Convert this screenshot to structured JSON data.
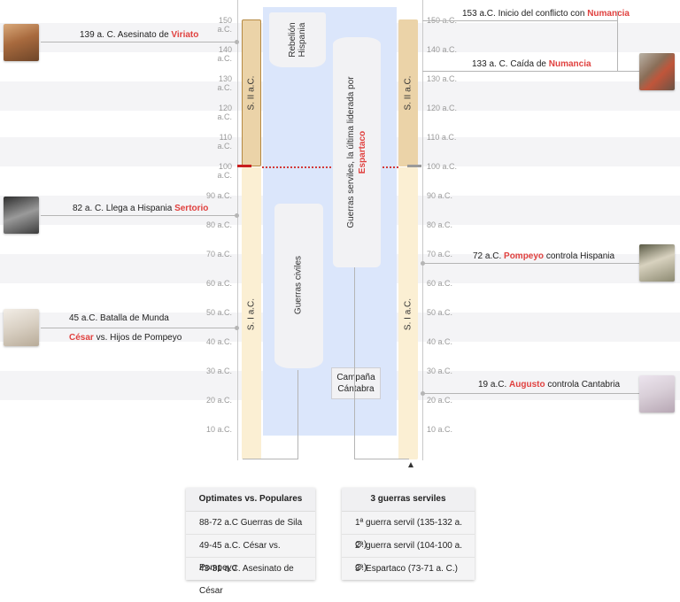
{
  "ticks_left": [
    "150 a.C.",
    "140 a.C.",
    "130 a.C.",
    "120 a.C.",
    "110 a.C.",
    "100 a.C.",
    "90 a.C.",
    "80 a.C.",
    "70 a.C.",
    "60 a.C.",
    "50 a.C.",
    "40 a.C.",
    "30 a.C.",
    "20 a.C.",
    "10 a.C."
  ],
  "ticks_right": [
    "150 a.C.",
    "140 a.C.",
    "130 a.C.",
    "120 a.C.",
    "110 a.C.",
    "100 a.C.",
    "90 a.C.",
    "80 a.C.",
    "70 a.C.",
    "60 a.C.",
    "50 a.C.",
    "40 a.C.",
    "30 a.C.",
    "20 a.C.",
    "10 a.C."
  ],
  "eras": {
    "s2": "S. II a.C.",
    "s1": "S. I a.C."
  },
  "banners": {
    "rebelion": "Rebelión Hispania",
    "serviles_line1": "Guerras serviles, la última liderada por",
    "serviles_name": "Espartaco",
    "civiles": "Guerras civiles",
    "campana": "Campaña Cántabra"
  },
  "events_left": [
    {
      "pre": "139 a. C. Asesinato de ",
      "name": "Viriato",
      "post": ""
    },
    {
      "pre": "82 a. C. Llega a Hispania ",
      "name": "Sertorio",
      "post": ""
    },
    {
      "pre": "45 a.C. Batalla de Munda",
      "name": "",
      "post": ""
    },
    {
      "pre": "",
      "name": "César",
      "post": " vs. Hijos de Pompeyo"
    }
  ],
  "events_right": [
    {
      "pre": "153 a.C. Inicio del conflicto con ",
      "name": "Numancia",
      "post": ""
    },
    {
      "pre": "133 a. C. Caída de ",
      "name": "Numancia",
      "post": ""
    },
    {
      "pre": "72 a.C. ",
      "name": "Pompeyo",
      "post": " controla Hispania"
    },
    {
      "pre": "19 a.C. ",
      "name": "Augusto",
      "post": " controla Cantabria"
    }
  ],
  "boxes": {
    "optimates": {
      "title": "Optimates vs. Populares",
      "rows": [
        "88-72 a.C Guerras de Sila",
        "49-45 a.C. César vs. Pompeyo",
        "43-31 a.C. Asesinato de César"
      ]
    },
    "serviles": {
      "title": "3 guerras serviles",
      "rows": [
        "1ª guerra servil (135-132 a. C.)",
        "2ª guerra servil (104-100 a. C.)",
        "3ª Espartaco (73-71 a. C.)"
      ]
    }
  },
  "icons": [
    "portrait-viriato",
    "portrait-sertorio",
    "portrait-cesar",
    "portrait-numancia-painting",
    "portrait-pompeyo",
    "portrait-augusto"
  ],
  "colors": {
    "accent_red": "#e0413f",
    "era_s2": "#ebd3a8",
    "era_s1": "#fbefd3",
    "war_panel": "#dbe6fb"
  }
}
